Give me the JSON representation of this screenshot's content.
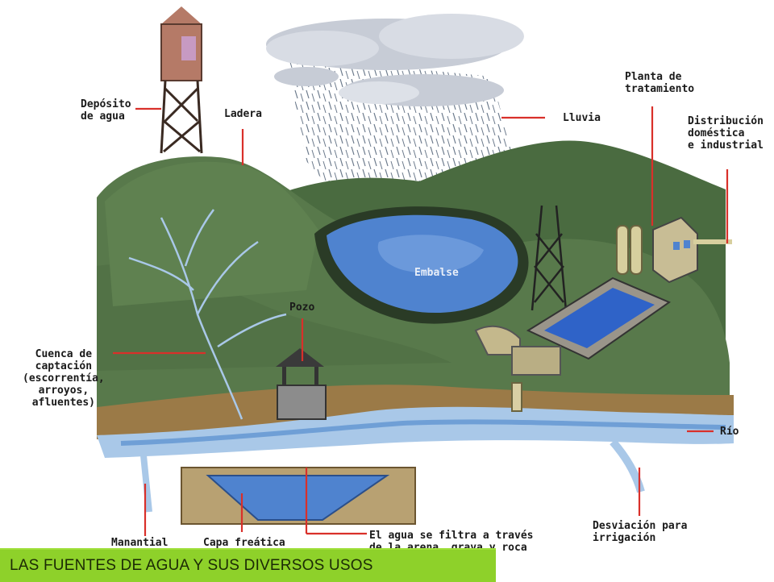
{
  "labels": {
    "deposito": "Depósito\nde agua",
    "ladera": "Ladera",
    "lluvia": "Lluvia",
    "planta": "Planta de\ntratamiento",
    "distribucion": "Distribución\ndoméstica\ne industrial",
    "embalse": "Embalse",
    "pozo": "Pozo",
    "cuenca": "Cuenca de\ncaptación\n(escorrentía,\narroyos,\nafluentes)",
    "rio": "Río",
    "manantial": "Manantial",
    "capa": "Capa freática",
    "filtra": "El agua se filtra a través\nde la arena, grava y roca",
    "desviacion": "Desviación para\nirrigación"
  },
  "caption": "LAS FUENTES DE AGUA Y SUS DIVERSOS USOS",
  "colors": {
    "caption_bg": "#8ed12a",
    "hill": "#55774a",
    "water": "#4f83cf",
    "soil": "#9b7a47",
    "leader": "#d9302a"
  }
}
